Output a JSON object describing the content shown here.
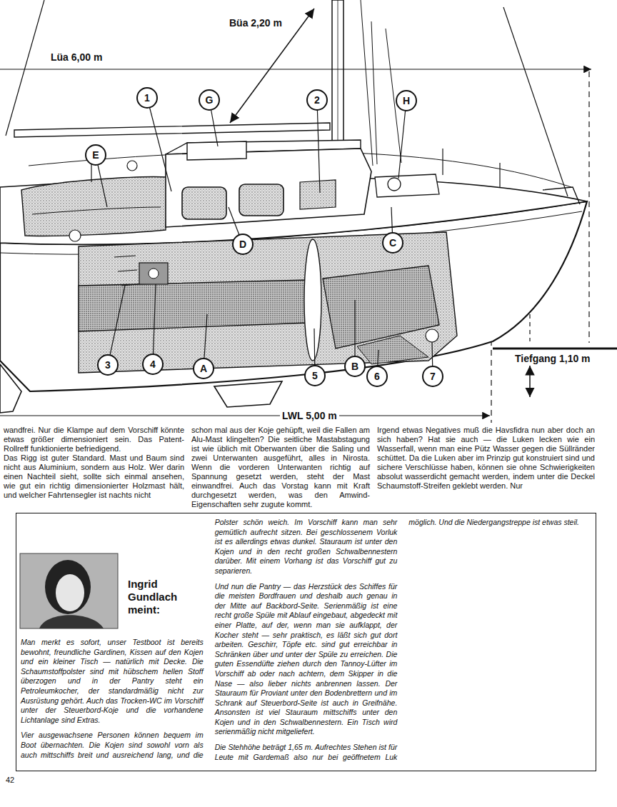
{
  "diagram": {
    "nodes": [
      {
        "text": [
          "1"
        ]
      },
      {
        "text": [
          "G"
        ]
      },
      {
        "text": [
          "2"
        ]
      },
      {
        "text": [
          "H"
        ]
      },
      {
        "text": [
          "E"
        ]
      },
      {
        "text": [
          "D"
        ]
      },
      {
        "text": [
          "C"
        ]
      },
      {
        "text": [
          "3"
        ]
      },
      {
        "text": [
          "4"
        ]
      },
      {
        "text": [
          "A"
        ]
      },
      {
        "text": [
          "5"
        ]
      },
      {
        "text": [
          "B"
        ]
      },
      {
        "text": [
          "6"
        ]
      },
      {
        "text": [
          "7"
        ]
      },
      {
        "text": [
          "Ingrid Gundlach meint:",
          "Man merkt es sofort, unser Testboot ist bereits bewohnt, freundliche Gardinen, Kissen auf den Kojen und ein kleiner Tisch — natürlich mit Decke. Die Schaumstoffpolster sind mit hübschem hellen Stoff überzogen und in der Pantry steht ein Petroleumkocher, der standardmäßig nicht zur Ausrüstung gehört. Auch das Trocken-WC im Vorschiff unter der Steuerbord-Koje und die vorhandene Lichtanlage sind Extras.",
          "Vier ausgewachsene Personen können bequem im Boot übernachten. Die Kojen sind sowohl vorn als auch mittschiffs breit und ausreichend lang, und die Polster schön weich. Im Vorschiff kann man sehr gemütlich aufrecht sitzen. Bei geschlossenem Vorluk ist es allerdings etwas dunkel. Stauraum ist unter den Kojen und in den recht großen Schwalbennestern darüber. Mit einem Vorhang ist das Vorschiff gut zu separieren.",
          "Und nun die Pantry — das Herzstück des Schiffes für die meisten Bordfrauen und deshalb auch genau in der Mitte auf Backbord-Seite. Serienmäßig ist eine recht große Spüle mit Ablauf eingebaut, abgedeckt mit einer Platte, auf der, wenn man sie aufklappt, der Kocher steht — sehr praktisch, es läßt sich gut dort arbeiten. Geschirr, Töpfe etc. sind gut erreichbar in Schränken über und unter der Spüle zu erreichen. Die guten Essendüfte ziehen durch den Tannoy-Lüfter im Vorschiff ab oder nach achtern, dem Skipper in die Nase — also lieber nichts anbrennen lassen. Der Stauraum für Proviant unter den Bodenbrettern und im Schrank auf Steuerbord-Seite ist auch in Greifnähe. Ansonsten ist viel Stauraum mittschiffs unter den Kojen und in den Schwalbennestern. Ein Tisch wird serienmäßig nicht mitgeliefert.",
          "Die Stehhöhe beträgt 1,65 m. Aufrechtes Stehen ist für Leute mit Gardemaß also nur bei geöffnetem Luk möglich. Und die Niedergangstreppe ist etwas steil."
        ]
      }
    ],
    "labels": [
      "Büa 2,20 m",
      "Lüa 6,00 m",
      "Tiefgang 1,10 m",
      "LWL 5,00 m",
      "wandfrei. Nur die Klampe auf dem Vorschiff könnte etwas größer dimensioniert sein. Das Patent-Rollreff funktionierte befriedigend.",
      "Das Rigg ist guter Standard. Mast und Baum sind nicht aus Aluminium, sondern aus Holz. Wer darin einen Nachteil sieht, sollte sich einmal ansehen, wie gut ein richtig dimensionierter Holzmast hält, und welcher Fahrtensegler ist nachts nicht",
      "schon mal aus der Koje gehüpft, weil die Fallen am Alu-Mast klingelten? Die seitliche Mastabstagung ist wie üblich mit Oberwanten über die Saling und zwei Unterwanten ausgeführt, alles in Nirosta. Wenn die vorderen Unterwanten richtig auf Spannung gesetzt werden, steht der Mast einwandfrei. Auch das Vorstag kann mit Kraft durchgesetzt werden, was den Amwind-Eigenschaften sehr zugute kommt.",
      "Irgend etwas Negatives muß die Havsfidra nun aber doch an sich haben? Hat sie auch — die Luken lecken wie ein Wasserfall, wenn man eine Pütz Wasser gegen die Süllränder schüttet. Da die Luken aber im Prinzip gut konstruiert sind und sichere Verschlüsse haben, können sie ohne Schwierigkeiten absolut wasserdicht gemacht werden, indem unter die Deckel Schaumstoff-Streifen geklebt werden. Nur",
      "42"
    ]
  }
}
